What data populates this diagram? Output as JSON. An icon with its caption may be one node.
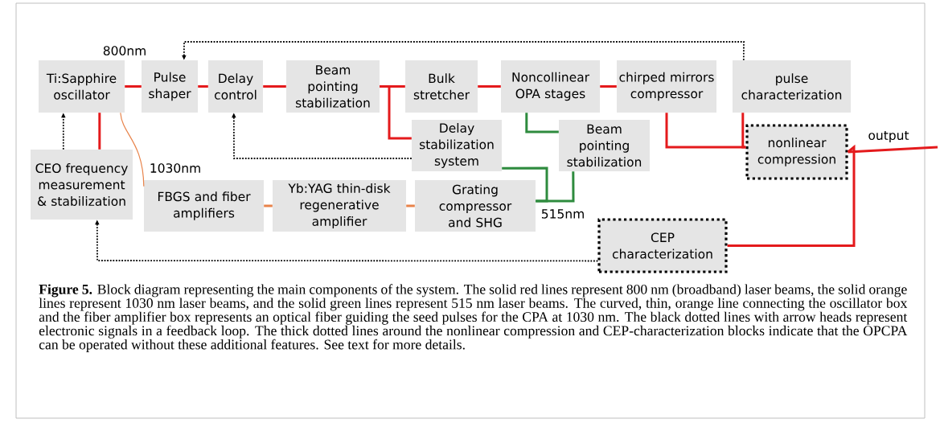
{
  "diagram": {
    "caption": "**Figure 5.** Block diagram representing the main components of the system. The solid red lines represent 800 nm (broadband) laser beams, the solid orange lines represent 1030 nm laser beams, and the solid green lines represent 515 nm laser beams. The curved, thin, orange line connecting the oscillator box and the fiber amplifier box represents an optical fiber guiding the seed pulses for the CPA at 1030 nm. The black dotted lines with arrow heads represent electronic signals in a feedback loop. The thick dotted lines around the nonlinear compression and CEP-characterization blocks indicate that the OPCPA can be operated without these additional features. See text for more details.",
    "nodes": [
      {
        "text": [
          "Ti:Sapphire oscillator"
        ]
      },
      {
        "text": [
          "Pulse shaper"
        ]
      },
      {
        "text": [
          "Delay control"
        ]
      },
      {
        "text": [
          "Beam pointing stabilization"
        ]
      },
      {
        "text": [
          "Bulk stretcher"
        ]
      },
      {
        "text": [
          "Noncollinear OPA stages"
        ]
      },
      {
        "text": [
          "chirped mirrors compressor"
        ]
      },
      {
        "text": [
          "pulse characterization"
        ]
      },
      {
        "text": [
          "CEO frequency measurement & stabilization"
        ]
      },
      {
        "text": [
          "Delay stabilization system"
        ]
      },
      {
        "text": [
          "Beam pointing stabilization"
        ]
      },
      {
        "text": [
          "nonlinear compression"
        ]
      },
      {
        "text": [
          "FBGS and fiber amplifiers"
        ]
      },
      {
        "text": [
          "Yb:YAG thin-disk regenerative amplifier"
        ]
      },
      {
        "text": [
          "Grating compressor and SHG"
        ]
      },
      {
        "text": [
          "CEP characterization"
        ]
      }
    ],
    "edges": [
      {
        "from": 0,
        "to": 1,
        "arrow": "none"
      },
      {
        "from": 1,
        "to": 2,
        "arrow": "none"
      },
      {
        "from": 2,
        "to": 3,
        "arrow": "none"
      },
      {
        "from": 3,
        "to": 4,
        "arrow": "none"
      },
      {
        "from": 3,
        "to": 9,
        "arrow": "none"
      },
      {
        "from": 4,
        "to": 5,
        "arrow": "none"
      },
      {
        "from": 5,
        "to": 6,
        "arrow": "none"
      },
      {
        "from": 6,
        "to": 11,
        "arrow": "none"
      },
      {
        "from": 7,
        "to": 11,
        "arrow": "none"
      },
      {
        "from": 11,
        "to": null,
        "arrow": "none",
        "label": "output"
      },
      {
        "from": 11,
        "to": 15,
        "arrow": "none"
      },
      {
        "from": 0,
        "to": 8,
        "arrow": "none"
      },
      {
        "from": 8,
        "to": 0,
        "arrow": "to",
        "style": "dashed",
        "color": "#000000"
      },
      {
        "from": 0,
        "to": 12,
        "arrow": "none",
        "color": "#e8834a"
      },
      {
        "from": 12,
        "to": 13,
        "arrow": "none",
        "color": "#e8834a"
      },
      {
        "from": 13,
        "to": 14,
        "arrow": "none",
        "color": "#e8834a"
      },
      {
        "from": 14,
        "to": 9,
        "arrow": "none",
        "color": "#2e8b3e"
      },
      {
        "from": 14,
        "to": 10,
        "arrow": "none",
        "color": "#2e8b3e"
      },
      {
        "from": 5,
        "to": 10,
        "arrow": "none",
        "color": "#2e8b3e"
      },
      {
        "from": 9,
        "to": 2,
        "arrow": "to",
        "style": "dashed",
        "color": "#000000"
      },
      {
        "from": 7,
        "to": 1,
        "arrow": "to",
        "style": "dashed",
        "color": "#000000"
      },
      {
        "from": 15,
        "to": 8,
        "arrow": "to",
        "style": "dashed",
        "color": "#000000"
      }
    ],
    "labels": [
      "800nm",
      "1030nm",
      "515nm"
    ]
  }
}
